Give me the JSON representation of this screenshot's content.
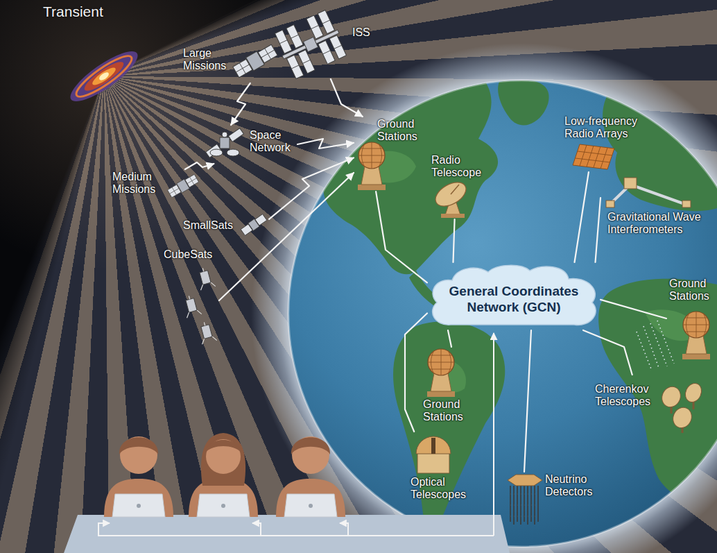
{
  "diagram": {
    "nodes": [
      {
        "text": [
          "ISS"
        ]
      },
      {
        "text": [
          "Large Missions"
        ]
      },
      {
        "text": [
          "Space Network"
        ]
      },
      {
        "text": [
          "Ground Stations"
        ]
      },
      {
        "text": [
          "Radio Telescope"
        ]
      },
      {
        "text": [
          "Low-frequency Radio Arrays"
        ]
      },
      {
        "text": [
          "Medium Missions"
        ]
      },
      {
        "text": [
          "Gravitational Wave Interferometers"
        ]
      },
      {
        "text": [
          "SmallSats"
        ]
      },
      {
        "text": [
          "CubeSats"
        ]
      },
      {
        "text": [
          "General Coordinates Network (GCN)"
        ]
      },
      {
        "text": [
          "Ground Stations"
        ]
      },
      {
        "text": [
          "Ground Stations"
        ]
      },
      {
        "text": [
          "Cherenkov Telescopes"
        ]
      },
      {
        "text": [
          "Optical Telescopes"
        ]
      },
      {
        "text": [
          "Neutrino Detectors"
        ]
      }
    ],
    "edges": [
      {
        "from": 0,
        "to": 3,
        "arrow": "to"
      },
      {
        "from": 1,
        "to": 2,
        "arrow": "to"
      },
      {
        "from": 6,
        "to": 2,
        "arrow": "to"
      },
      {
        "from": 2,
        "to": 3,
        "arrow": "to"
      },
      {
        "from": 8,
        "to": 3,
        "arrow": "to"
      },
      {
        "from": 9,
        "to": 3,
        "arrow": "to"
      },
      {
        "from": 3,
        "to": 10,
        "arrow": "none"
      },
      {
        "from": 4,
        "to": 10,
        "arrow": "none"
      },
      {
        "from": 5,
        "to": 10,
        "arrow": "none"
      },
      {
        "from": 7,
        "to": 10,
        "arrow": "none"
      },
      {
        "from": 11,
        "to": 10,
        "arrow": "none"
      },
      {
        "from": 12,
        "to": 10,
        "arrow": "none"
      },
      {
        "from": 13,
        "to": 10,
        "arrow": "none"
      },
      {
        "from": 14,
        "to": 10,
        "arrow": "none"
      },
      {
        "from": 15,
        "to": 10,
        "arrow": "none"
      }
    ],
    "labels": [
      "Transient"
    ]
  }
}
